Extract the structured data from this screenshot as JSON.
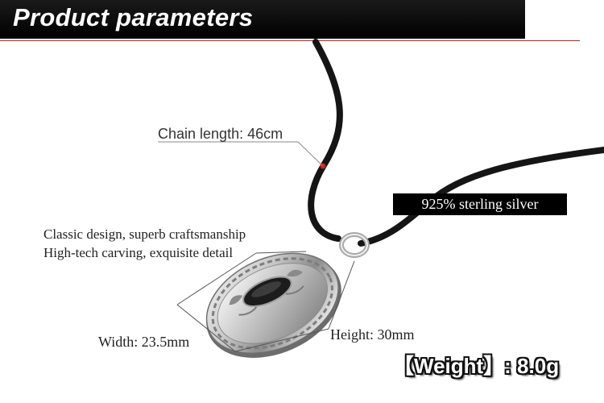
{
  "header": {
    "title": "Product parameters",
    "band_color": "#000000",
    "rule_color": "#c81e1e"
  },
  "annotations": {
    "chain_length": "Chain length: 46cm",
    "material": "925% sterling silver",
    "design_line": "Classic design, superb craftsmanship",
    "carving_line": "High-tech carving, exquisite detail",
    "width": "Width:  23.5mm",
    "height": "Height:  30mm",
    "weight": "【Weight】: 8.0g"
  },
  "product_image": {
    "subject": "oval silver locket pendant on black cord",
    "marker_color": "#d61f1f"
  }
}
